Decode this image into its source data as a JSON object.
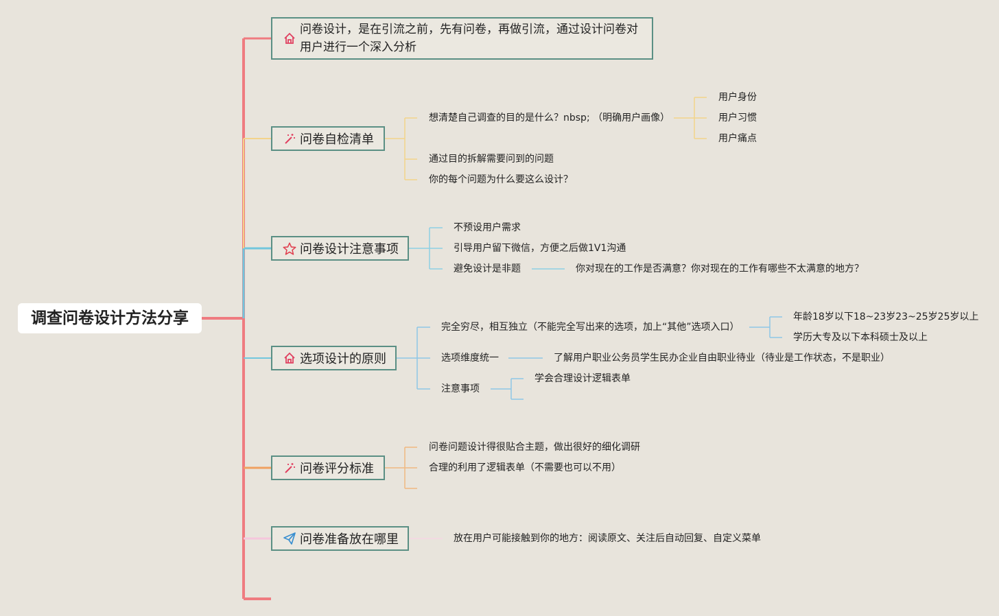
{
  "root": "调查问卷设计方法分享",
  "branches": [
    {
      "label": "问卷设计，是在引流之前，先有问卷，再做引流，通过设计问卷对用户进行一个深入分析",
      "icon": "home-icon"
    },
    {
      "label": "问卷自检清单",
      "icon": "magic-wand-icon"
    },
    {
      "label": "问卷设计注意事项",
      "icon": "star-icon"
    },
    {
      "label": "选项设计的原则",
      "icon": "home-icon"
    },
    {
      "label": "问卷评分标准",
      "icon": "magic-wand-icon"
    },
    {
      "label": "问卷准备放在哪里",
      "icon": "paper-plane-icon"
    }
  ],
  "b1": {
    "items": [
      "想清楚自己调查的目的是什么？nbsp; （明确用户画像）",
      "通过目的拆解需要问到的问题",
      "你的每个问题为什么要这么设计？"
    ],
    "sub": [
      "用户身份",
      "用户习惯",
      "用户痛点"
    ]
  },
  "b2": {
    "items": [
      "不预设用户需求",
      "引导用户留下微信，方便之后做1V1沟通",
      "避免设计是非题"
    ],
    "sub": "你对现在的工作是否满意？你对现在的工作有哪些不太满意的地方？"
  },
  "b3": {
    "items": [
      "完全穷尽，相互独立（不能完全写出来的选项，加上“其他”选项入口）",
      "选项维度统一",
      "注意事项"
    ],
    "sub1": [
      "年龄18岁以下18~23岁23~25岁25岁以上",
      "学历大专及以下本科硕士及以上"
    ],
    "sub2": "了解用户职业公务员学生民办企业自由职业待业（待业是工作状态，不是职业）",
    "sub3": "学会合理设计逻辑表单"
  },
  "b4": {
    "items": [
      "问卷问题设计得很贴合主题，做出很好的细化调研",
      "合理的利用了逻辑表单（不需要也可以不用）"
    ]
  },
  "b5": {
    "items": [
      "放在用户可能接触到你的地方：阅读原文、关注后自动回复、自定义菜单"
    ]
  },
  "colors": {
    "trunk": "#ef7b80",
    "orange": "#f3d38a",
    "blue": "#72c6dd",
    "orange2": "#f0a060",
    "pink": "#f5c6dc"
  }
}
